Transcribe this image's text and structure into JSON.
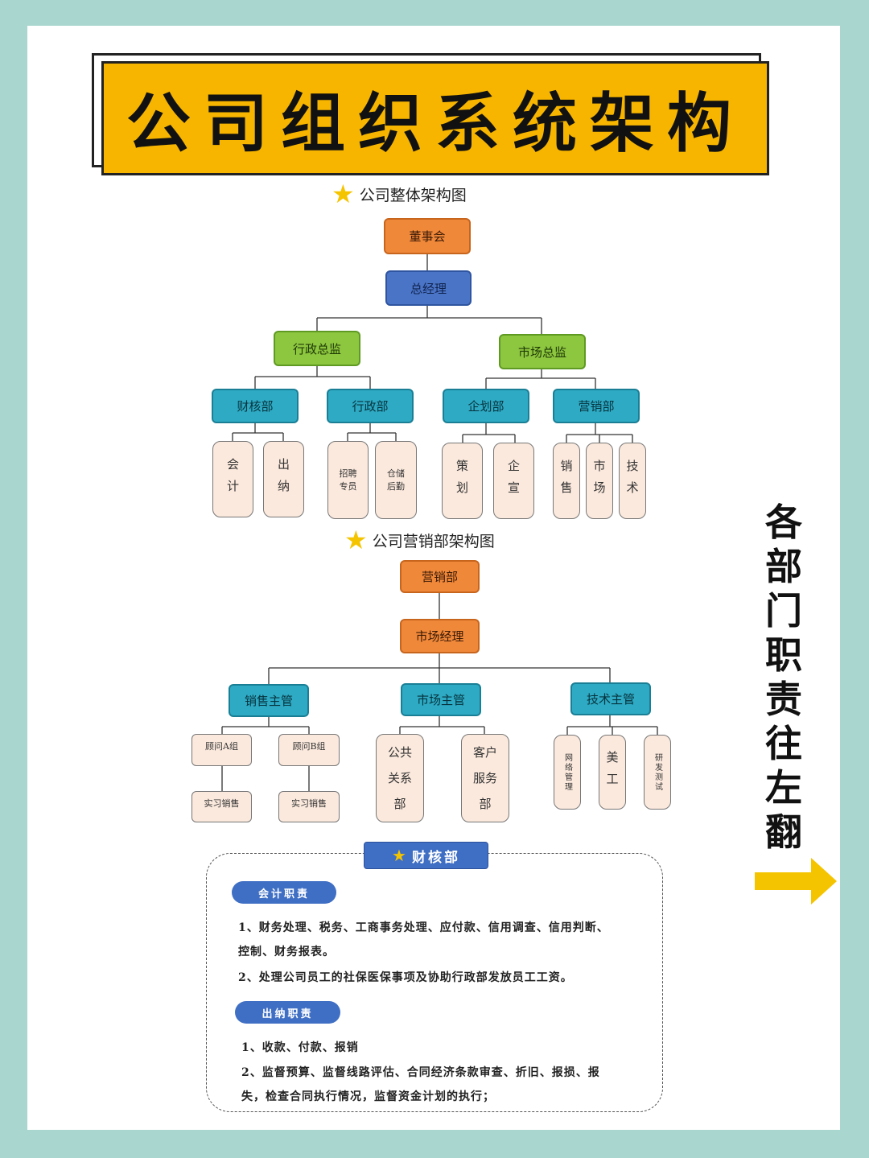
{
  "title": "公司组织系统架构",
  "section1": {
    "heading": "公司整体架构图",
    "board": "董事会",
    "gm": "总经理",
    "directors": [
      {
        "label": "行政总监",
        "depts": [
          {
            "label": "财核部",
            "units": [
              "会计",
              "出纳"
            ]
          },
          {
            "label": "行政部",
            "units": [
              "招聘专员",
              "仓储后勤"
            ]
          }
        ]
      },
      {
        "label": "市场总监",
        "depts": [
          {
            "label": "企划部",
            "units": [
              "策划",
              "企宣"
            ]
          },
          {
            "label": "营销部",
            "units": [
              "销售",
              "市场",
              "技术"
            ]
          }
        ]
      }
    ]
  },
  "section2": {
    "heading": "公司营销部架构图",
    "top": "营销部",
    "manager": "市场经理",
    "supervisors": [
      {
        "label": "销售主管",
        "groups": [
          {
            "label": "顾问A组",
            "sub": "实习销售"
          },
          {
            "label": "顾问B组",
            "sub": "实习销售"
          }
        ]
      },
      {
        "label": "市场主管",
        "units": [
          "公共关系部",
          "客户服务部"
        ]
      },
      {
        "label": "技术主管",
        "units": [
          "网络管理",
          "美工",
          "研发测试"
        ]
      }
    ]
  },
  "right_text": "各部门职责往左翻",
  "panel": {
    "tag": "财核部",
    "sections": [
      {
        "label": "会计职责",
        "lines": [
          "1、财务处理、税务、工商事务处理、应付款、信用调查、信用判断、",
          "控制、财务报表。",
          "2、处理公司员工的社保医保事项及协助行政部发放员工工资。"
        ]
      },
      {
        "label": "出纳职责",
        "lines": [
          "1、收款、付款、报销",
          "2、监督预算、监督线路评估、合同经济条款审查、折旧、报损、报",
          "失，检查合同执行情况，监督资金计划的执行；"
        ]
      }
    ]
  },
  "colors": {
    "background": "#a9d6cf",
    "title_bg": "#f7b500",
    "accent_blue": "#3f6fc4",
    "star": "#f5c400",
    "arrow": "#f5c400"
  }
}
